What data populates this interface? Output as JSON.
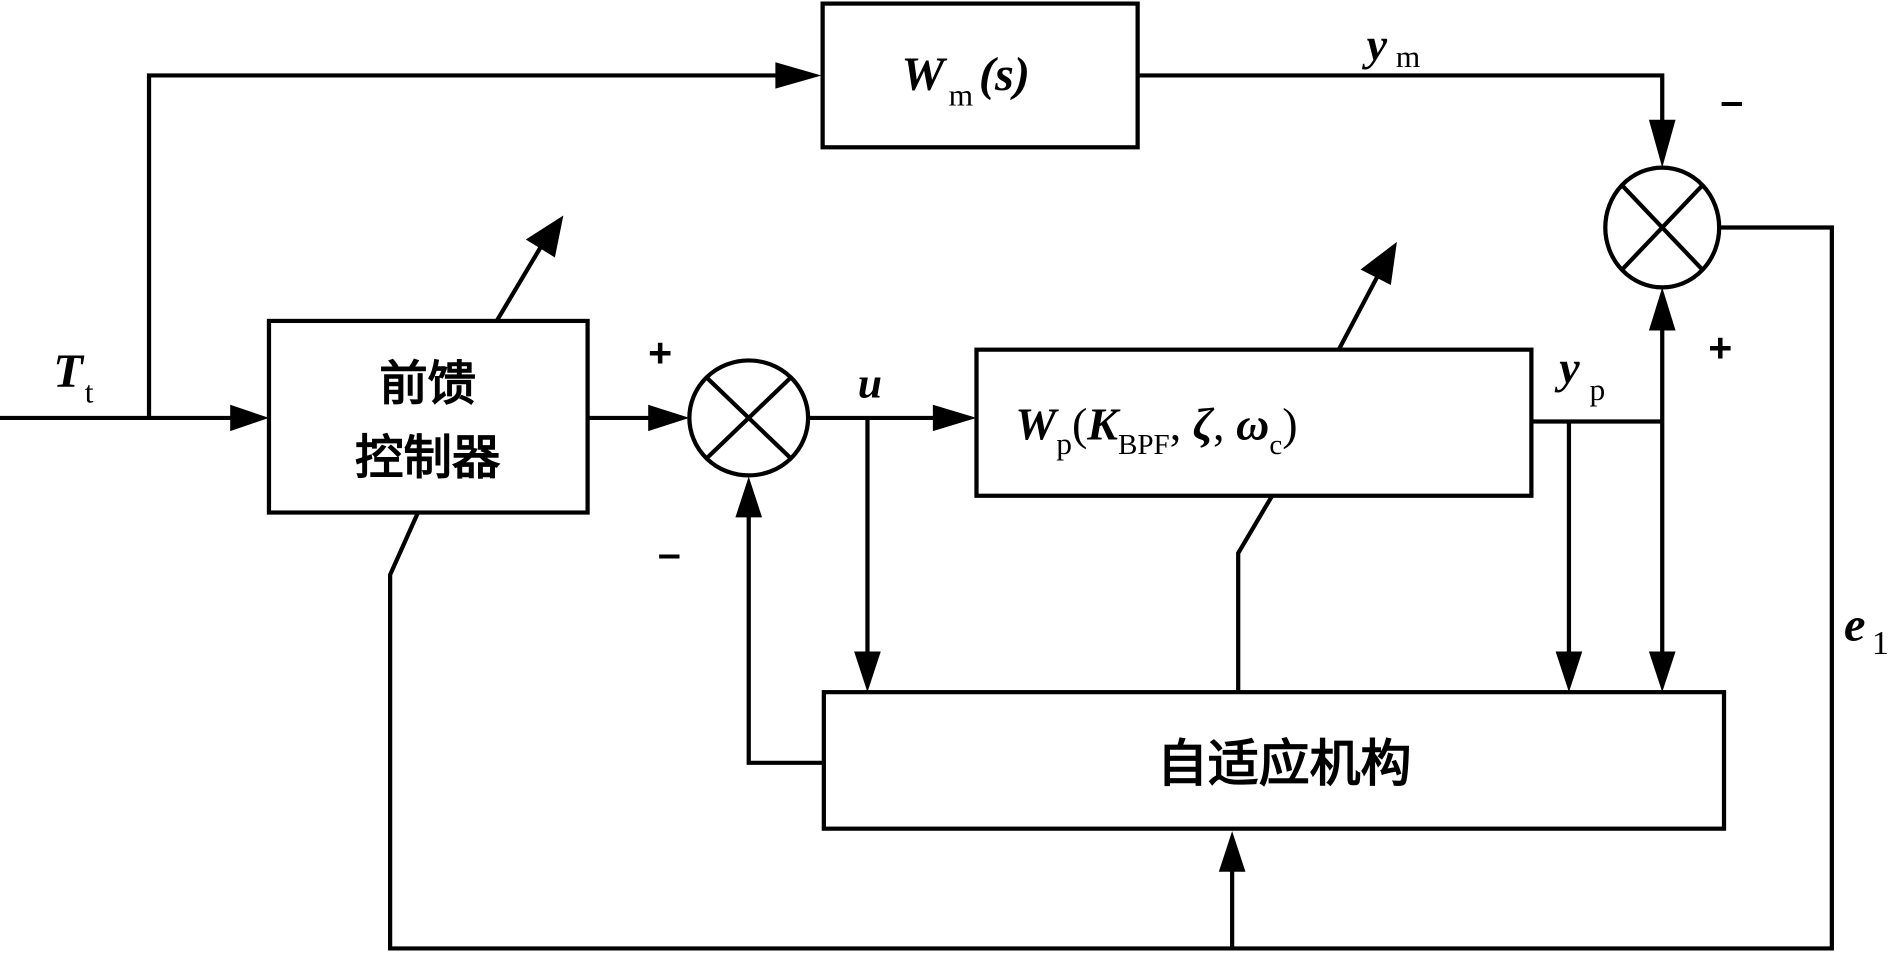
{
  "diagram": {
    "title": "Adaptive feedforward control block diagram",
    "blocks": {
      "reference_model": {
        "symbol": "W",
        "sub": "m",
        "arg": "(s)"
      },
      "feedforward_controller": {
        "line1": "前馈",
        "line2": "控制器"
      },
      "plant": {
        "symbol": "W",
        "sub": "p",
        "open": "(",
        "k": "K",
        "k_sub": "BPF",
        "sep1": ", ",
        "zeta": "ζ",
        "sep2": ", ",
        "omega": "ω",
        "omega_sub": "c",
        "close": ")"
      },
      "adaptive_mechanism": {
        "label": "自适应机构"
      }
    },
    "signals": {
      "input": {
        "symbol": "T",
        "sub": "t"
      },
      "control": {
        "symbol": "u"
      },
      "model_output": {
        "symbol": "y",
        "sub": "m"
      },
      "plant_output": {
        "symbol": "y",
        "sub": "p"
      },
      "error": {
        "symbol": "e",
        "sub": "1"
      }
    },
    "summing_junctions": {
      "inner": {
        "plus": "+",
        "minus": "–"
      },
      "outer": {
        "plus": "+",
        "minus": "–"
      }
    }
  }
}
